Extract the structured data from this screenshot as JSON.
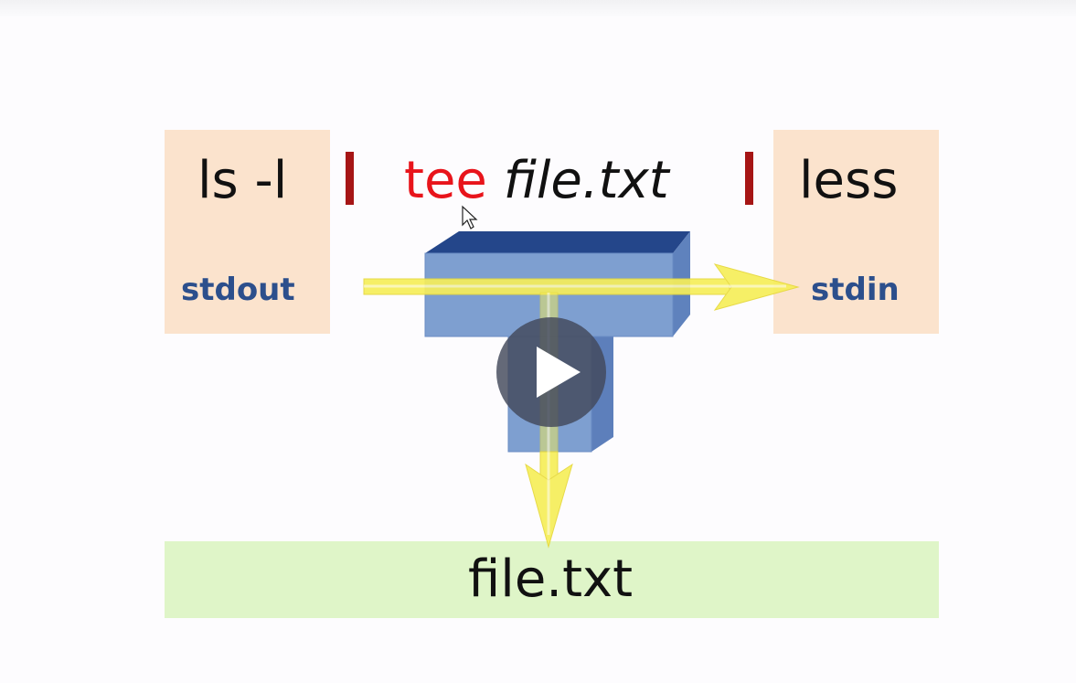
{
  "command": {
    "ls": "ls -l",
    "pipe1": "|",
    "tee": "tee",
    "tee_arg": "file.txt",
    "pipe2": "|",
    "less": "less"
  },
  "streams": {
    "left": "stdout",
    "right": "stdin"
  },
  "output_file": "file.txt",
  "colors": {
    "peach_box": "#fbe3cd",
    "green_box": "#dff5c8",
    "pipe": "#a61515",
    "tee_command": "#e8141b",
    "stream_label": "#2c4f8c",
    "tee_block_front": "#7e9fd0",
    "tee_block_top": "#24468a",
    "arrow": "#f6ee5a"
  },
  "player": {
    "icon": "play-icon"
  }
}
